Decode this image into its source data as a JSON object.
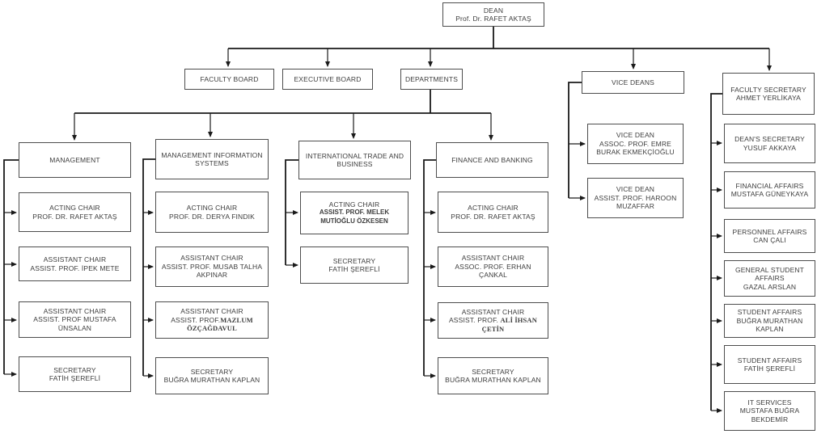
{
  "colors": {
    "background": "#ffffff",
    "box_border": "#4d4d4d",
    "connector_line": "#1a1a1a",
    "text": "#3d3d3d"
  },
  "org": {
    "dean": {
      "title": "DEAN",
      "name": "Prof. Dr. RAFET AKTAŞ"
    },
    "faculty_board": {
      "label": "FACULTY BOARD"
    },
    "executive_board": {
      "label": "EXECUTIVE BOARD"
    },
    "departments_node": {
      "label": "DEPARTMENTS"
    },
    "departments": [
      {
        "label": "MANAGEMENT",
        "members": [
          {
            "role": "ACTING CHAIR",
            "name": "PROF. DR. RAFET AKTAŞ"
          },
          {
            "role": "ASSISTANT CHAIR",
            "name": "ASSIST. PROF. İPEK METE"
          },
          {
            "role": "ASSISTANT CHAIR",
            "name": "ASSIST. PROF MUSTAFA ÜNSALAN"
          },
          {
            "role": "SECRETARY",
            "name": "FATİH ŞEREFLİ"
          }
        ]
      },
      {
        "label": "MANAGEMENT INFORMATION SYSTEMS",
        "members": [
          {
            "role": "ACTING CHAIR",
            "name": "PROF. DR. DERYA FINDIK"
          },
          {
            "role": "ASSISTANT CHAIR",
            "name": "ASSIST. PROF. MUSAB TALHA AKPINAR"
          },
          {
            "role": "ASSISTANT CHAIR",
            "name_prefix": "ASSIST. PROF.",
            "name": "MAZLUM ÖZÇAĞDAVUL"
          },
          {
            "role": "SECRETARY",
            "name": "BUĞRA MURATHAN KAPLAN"
          }
        ]
      },
      {
        "label": "INTERNATIONAL TRADE AND BUSINESS",
        "members": [
          {
            "role": "ACTING CHAIR",
            "name": "ASSIST. PROF. MELEK MUTİOĞLU ÖZKESEN"
          },
          {
            "role": "SECRETARY",
            "name": "FATİH ŞEREFLİ"
          }
        ]
      },
      {
        "label": "FINANCE AND BANKING",
        "members": [
          {
            "role": "ACTING CHAIR",
            "name": "PROF. DR. RAFET AKTAŞ"
          },
          {
            "role": "ASSISTANT CHAIR",
            "name": "ASSOC. PROF. ERHAN ÇANKAL"
          },
          {
            "role": "ASSISTANT CHAIR",
            "name_prefix": "ASSIST. PROF. ",
            "name": "ALİ İHSAN ÇETİN"
          },
          {
            "role": "SECRETARY",
            "name": "BUĞRA MURATHAN KAPLAN"
          }
        ]
      }
    ],
    "vice_deans": {
      "label": "VICE DEANS",
      "members": [
        {
          "role": "VICE DEAN",
          "name": "ASSOC. PROF. EMRE BURAK EKMEKÇİOĞLU"
        },
        {
          "role": "VICE DEAN",
          "name": "ASSIST. PROF. HAROON MUZAFFAR"
        }
      ]
    },
    "faculty_secretary": {
      "role": "FACULTY SECRETARY",
      "name": "AHMET YERLİKAYA",
      "staff": [
        {
          "role": "DEAN'S SECRETARY",
          "name": "YUSUF AKKAYA"
        },
        {
          "role": "FINANCIAL AFFAIRS",
          "name": "MUSTAFA GÜNEYKAYA"
        },
        {
          "role": "PERSONNEL AFFAIRS",
          "name": "CAN ÇALI"
        },
        {
          "role": "GENERAL STUDENT AFFAIRS",
          "name": "GAZAL ARSLAN"
        },
        {
          "role": "STUDENT AFFAIRS",
          "name": "BUĞRA MURATHAN KAPLAN"
        },
        {
          "role": "STUDENT AFFAIRS",
          "name": "FATİH ŞEREFLİ"
        },
        {
          "role": "IT SERVICES",
          "name": "MUSTAFA BUĞRA BEKDEMİR"
        }
      ]
    }
  }
}
